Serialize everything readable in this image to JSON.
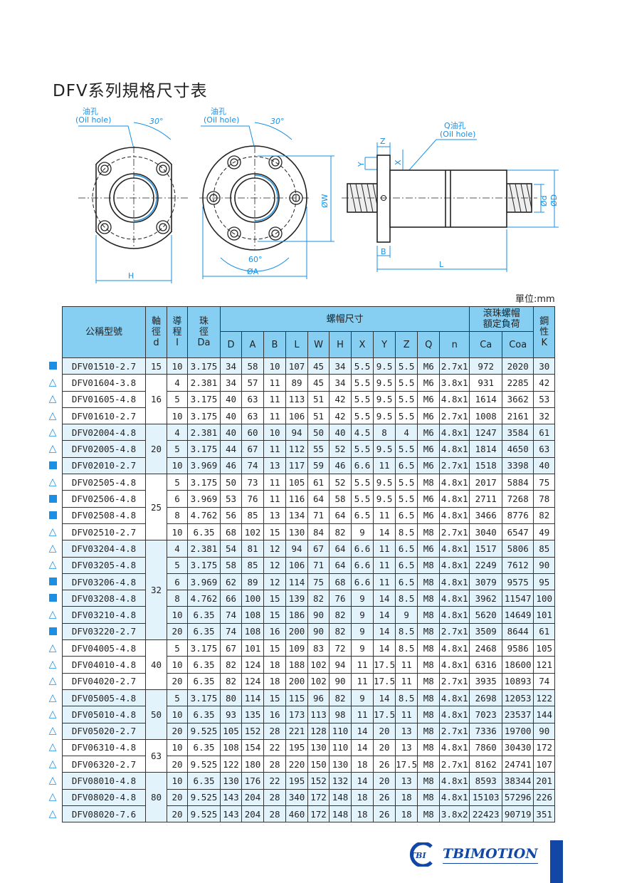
{
  "title": "DFV系列規格尺寸表",
  "unit": "單位:mm",
  "drawings": {
    "oil_hole_cn": "油孔",
    "oil_hole_en": "(Oil hole)",
    "q_oil_hole": "Q油孔",
    "angle_30": "30°",
    "angle_60": "60°",
    "dim_H": "H",
    "dim_A": "ØA",
    "dim_W": "ØW",
    "dim_Z": "Z",
    "dim_Y": "Y",
    "dim_X": "X",
    "dim_B": "B",
    "dim_L": "L",
    "dim_d": "Ød",
    "dim_D": "ØD"
  },
  "table": {
    "headers": {
      "model": "公稱型號",
      "d": [
        "軸",
        "徑",
        "d"
      ],
      "l": [
        "導",
        "程",
        "I"
      ],
      "da": [
        "珠",
        "徑",
        "Da"
      ],
      "nut": "螺帽尺寸",
      "load": [
        "滾珠螺帽",
        "額定負荷"
      ],
      "k": [
        "鋼",
        "性",
        "K"
      ],
      "sub": [
        "D",
        "A",
        "B",
        "L",
        "W",
        "H",
        "X",
        "Y",
        "Z",
        "Q",
        "n",
        "Ca",
        "Coa"
      ]
    },
    "groups": [
      {
        "d": "15",
        "rows": [
          [
            "square",
            "DFV01510-2.7",
            "10",
            "3.175",
            "34",
            "58",
            "10",
            "107",
            "45",
            "34",
            "5.5",
            "9.5",
            "5.5",
            "M6",
            "2.7x1",
            "972",
            "2020",
            "30"
          ]
        ]
      },
      {
        "d": "16",
        "rows": [
          [
            "triangle",
            "DFV01604-3.8",
            "4",
            "2.381",
            "34",
            "57",
            "11",
            "89",
            "45",
            "34",
            "5.5",
            "9.5",
            "5.5",
            "M6",
            "3.8x1",
            "931",
            "2285",
            "42"
          ],
          [
            "triangle",
            "DFV01605-4.8",
            "5",
            "3.175",
            "40",
            "63",
            "11",
            "113",
            "51",
            "42",
            "5.5",
            "9.5",
            "5.5",
            "M6",
            "4.8x1",
            "1614",
            "3662",
            "53"
          ],
          [
            "triangle",
            "DFV01610-2.7",
            "10",
            "3.175",
            "40",
            "63",
            "11",
            "106",
            "51",
            "42",
            "5.5",
            "9.5",
            "5.5",
            "M6",
            "2.7x1",
            "1008",
            "2161",
            "32"
          ]
        ]
      },
      {
        "d": "20",
        "rows": [
          [
            "triangle",
            "DFV02004-4.8",
            "4",
            "2.381",
            "40",
            "60",
            "10",
            "94",
            "50",
            "40",
            "4.5",
            "8",
            "4",
            "M6",
            "4.8x1",
            "1247",
            "3584",
            "61"
          ],
          [
            "triangle",
            "DFV02005-4.8",
            "5",
            "3.175",
            "44",
            "67",
            "11",
            "112",
            "55",
            "52",
            "5.5",
            "9.5",
            "5.5",
            "M6",
            "4.8x1",
            "1814",
            "4650",
            "63"
          ],
          [
            "square",
            "DFV02010-2.7",
            "10",
            "3.969",
            "46",
            "74",
            "13",
            "117",
            "59",
            "46",
            "6.6",
            "11",
            "6.5",
            "M6",
            "2.7x1",
            "1518",
            "3398",
            "40"
          ]
        ]
      },
      {
        "d": "25",
        "rows": [
          [
            "triangle",
            "DFV02505-4.8",
            "5",
            "3.175",
            "50",
            "73",
            "11",
            "105",
            "61",
            "52",
            "5.5",
            "9.5",
            "5.5",
            "M8",
            "4.8x1",
            "2017",
            "5884",
            "75"
          ],
          [
            "square",
            "DFV02506-4.8",
            "6",
            "3.969",
            "53",
            "76",
            "11",
            "116",
            "64",
            "58",
            "5.5",
            "9.5",
            "5.5",
            "M6",
            "4.8x1",
            "2711",
            "7268",
            "78"
          ],
          [
            "square",
            "DFV02508-4.8",
            "8",
            "4.762",
            "56",
            "85",
            "13",
            "134",
            "71",
            "64",
            "6.5",
            "11",
            "6.5",
            "M6",
            "4.8x1",
            "3466",
            "8776",
            "82"
          ],
          [
            "triangle",
            "DFV02510-2.7",
            "10",
            "6.35",
            "68",
            "102",
            "15",
            "130",
            "84",
            "82",
            "9",
            "14",
            "8.5",
            "M8",
            "2.7x1",
            "3040",
            "6547",
            "49"
          ]
        ]
      },
      {
        "d": "32",
        "rows": [
          [
            "triangle",
            "DFV03204-4.8",
            "4",
            "2.381",
            "54",
            "81",
            "12",
            "94",
            "67",
            "64",
            "6.6",
            "11",
            "6.5",
            "M6",
            "4.8x1",
            "1517",
            "5806",
            "85"
          ],
          [
            "triangle",
            "DFV03205-4.8",
            "5",
            "3.175",
            "58",
            "85",
            "12",
            "106",
            "71",
            "64",
            "6.6",
            "11",
            "6.5",
            "M8",
            "4.8x1",
            "2249",
            "7612",
            "90"
          ],
          [
            "square",
            "DFV03206-4.8",
            "6",
            "3.969",
            "62",
            "89",
            "12",
            "114",
            "75",
            "68",
            "6.6",
            "11",
            "6.5",
            "M8",
            "4.8x1",
            "3079",
            "9575",
            "95"
          ],
          [
            "square",
            "DFV03208-4.8",
            "8",
            "4.762",
            "66",
            "100",
            "15",
            "139",
            "82",
            "76",
            "9",
            "14",
            "8.5",
            "M8",
            "4.8x1",
            "3962",
            "11547",
            "100"
          ],
          [
            "triangle",
            "DFV03210-4.8",
            "10",
            "6.35",
            "74",
            "108",
            "15",
            "186",
            "90",
            "82",
            "9",
            "14",
            "9",
            "M8",
            "4.8x1",
            "5620",
            "14649",
            "101"
          ],
          [
            "square",
            "DFV03220-2.7",
            "20",
            "6.35",
            "74",
            "108",
            "16",
            "200",
            "90",
            "82",
            "9",
            "14",
            "8.5",
            "M8",
            "2.7x1",
            "3509",
            "8644",
            "61"
          ]
        ]
      },
      {
        "d": "40",
        "rows": [
          [
            "triangle",
            "DFV04005-4.8",
            "5",
            "3.175",
            "67",
            "101",
            "15",
            "109",
            "83",
            "72",
            "9",
            "14",
            "8.5",
            "M8",
            "4.8x1",
            "2468",
            "9586",
            "105"
          ],
          [
            "triangle",
            "DFV04010-4.8",
            "10",
            "6.35",
            "82",
            "124",
            "18",
            "188",
            "102",
            "94",
            "11",
            "17.5",
            "11",
            "M8",
            "4.8x1",
            "6316",
            "18600",
            "121"
          ],
          [
            "triangle",
            "DFV04020-2.7",
            "20",
            "6.35",
            "82",
            "124",
            "18",
            "200",
            "102",
            "90",
            "11",
            "17.5",
            "11",
            "M8",
            "2.7x1",
            "3935",
            "10893",
            "74"
          ]
        ]
      },
      {
        "d": "50",
        "rows": [
          [
            "triangle",
            "DFV05005-4.8",
            "5",
            "3.175",
            "80",
            "114",
            "15",
            "115",
            "96",
            "82",
            "9",
            "14",
            "8.5",
            "M8",
            "4.8x1",
            "2698",
            "12053",
            "122"
          ],
          [
            "triangle",
            "DFV05010-4.8",
            "10",
            "6.35",
            "93",
            "135",
            "16",
            "173",
            "113",
            "98",
            "11",
            "17.5",
            "11",
            "M8",
            "4.8x1",
            "7023",
            "23537",
            "144"
          ],
          [
            "triangle",
            "DFV05020-2.7",
            "20",
            "9.525",
            "105",
            "152",
            "28",
            "221",
            "128",
            "110",
            "14",
            "20",
            "13",
            "M8",
            "2.7x1",
            "7336",
            "19700",
            "90"
          ]
        ]
      },
      {
        "d": "63",
        "rows": [
          [
            "triangle",
            "DFV06310-4.8",
            "10",
            "6.35",
            "108",
            "154",
            "22",
            "195",
            "130",
            "110",
            "14",
            "20",
            "13",
            "M8",
            "4.8x1",
            "7860",
            "30430",
            "172"
          ],
          [
            "triangle",
            "DFV06320-2.7",
            "20",
            "9.525",
            "122",
            "180",
            "28",
            "220",
            "150",
            "130",
            "18",
            "26",
            "17.5",
            "M8",
            "2.7x1",
            "8162",
            "24741",
            "107"
          ]
        ]
      },
      {
        "d": "80",
        "rows": [
          [
            "triangle",
            "DFV08010-4.8",
            "10",
            "6.35",
            "130",
            "176",
            "22",
            "195",
            "152",
            "132",
            "14",
            "20",
            "13",
            "M8",
            "4.8x1",
            "8593",
            "38344",
            "201"
          ],
          [
            "triangle",
            "DFV08020-4.8",
            "20",
            "9.525",
            "143",
            "204",
            "28",
            "340",
            "172",
            "148",
            "18",
            "26",
            "18",
            "M8",
            "4.8x1",
            "15103",
            "57296",
            "226"
          ],
          [
            "triangle",
            "DFV08020-7.6",
            "20",
            "9.525",
            "143",
            "204",
            "28",
            "460",
            "172",
            "148",
            "18",
            "26",
            "18",
            "M8",
            "3.8x2",
            "22423",
            "90719",
            "351"
          ]
        ]
      }
    ]
  },
  "footer": {
    "logo_mark": "TBI",
    "brand": "TBIMOTION"
  },
  "colors": {
    "accent": "#1a8fe3",
    "header_bg": "#86cff2",
    "band": "#e3f3fc",
    "brand": "#1347a5"
  }
}
